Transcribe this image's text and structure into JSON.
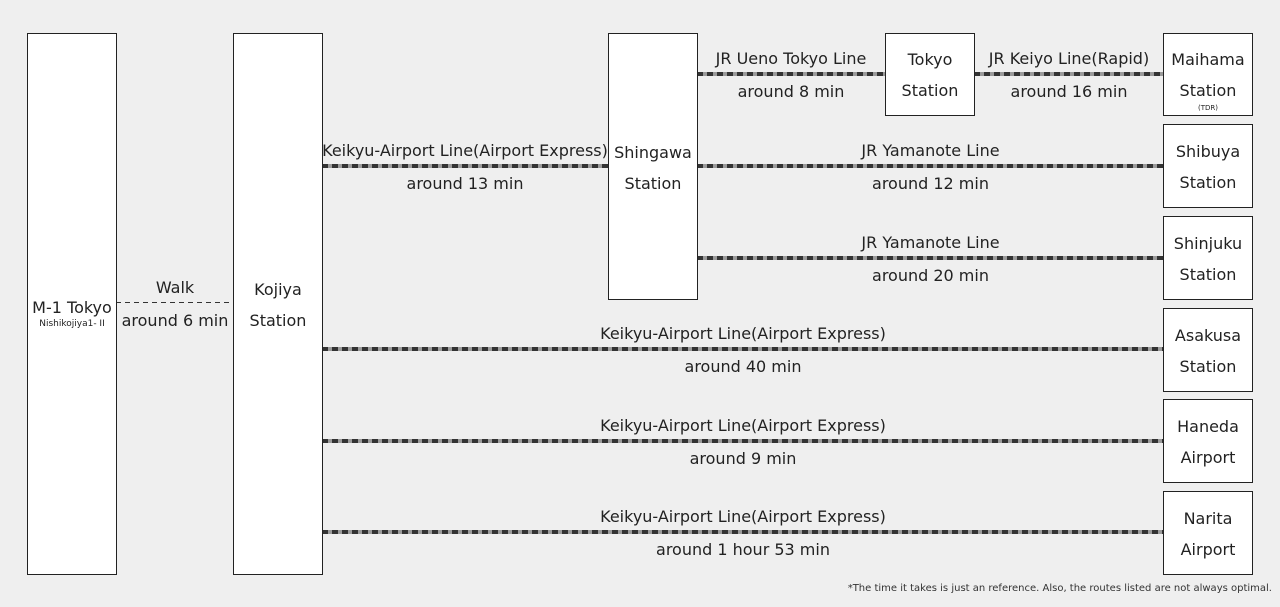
{
  "stations": {
    "m1_tokyo": {
      "name": "M-1 Tokyo",
      "sub": "Nishikojiya1- II"
    },
    "kojiya": {
      "line1": "Kojiya",
      "line2": "Station"
    },
    "shinagawa": {
      "line1": "Shingawa",
      "line2": "Station"
    },
    "tokyo": {
      "line1": "Tokyo",
      "line2": "Station"
    },
    "maihama": {
      "line1": "Maihama",
      "line2": "Station",
      "sub": "(TDR)"
    },
    "shibuya": {
      "line1": "Shibuya",
      "line2": "Station"
    },
    "shinjuku": {
      "line1": "Shinjuku",
      "line2": "Station"
    },
    "asakusa": {
      "line1": "Asakusa",
      "line2": "Station"
    },
    "haneda": {
      "line1": "Haneda",
      "line2": "Airport"
    },
    "narita": {
      "line1": "Narita",
      "line2": "Airport"
    }
  },
  "routes": {
    "walk": {
      "line": "Walk",
      "time": "around 6 min"
    },
    "kojiya_shinagawa": {
      "line": "Keikyu-Airport Line(Airport Express)",
      "time": "around 13 min"
    },
    "shinagawa_tokyo": {
      "line": "JR Ueno Tokyo Line",
      "time": "around 8 min"
    },
    "tokyo_maihama": {
      "line": "JR Keiyo Line(Rapid)",
      "time": "around 16 min"
    },
    "shinagawa_shibuya": {
      "line": "JR Yamanote Line",
      "time": "around 12 min"
    },
    "shinagawa_shinjuku": {
      "line": "JR Yamanote Line",
      "time": "around 20 min"
    },
    "kojiya_asakusa": {
      "line": "Keikyu-Airport Line(Airport Express)",
      "time": "around 40 min"
    },
    "kojiya_haneda": {
      "line": "Keikyu-Airport Line(Airport Express)",
      "time": "around 9 min"
    },
    "kojiya_narita": {
      "line": "Keikyu-Airport Line(Airport Express)",
      "time": "around 1 hour 53 min"
    }
  },
  "footnote": "*The time it takes is just an reference. Also, the routes listed are not always optimal."
}
